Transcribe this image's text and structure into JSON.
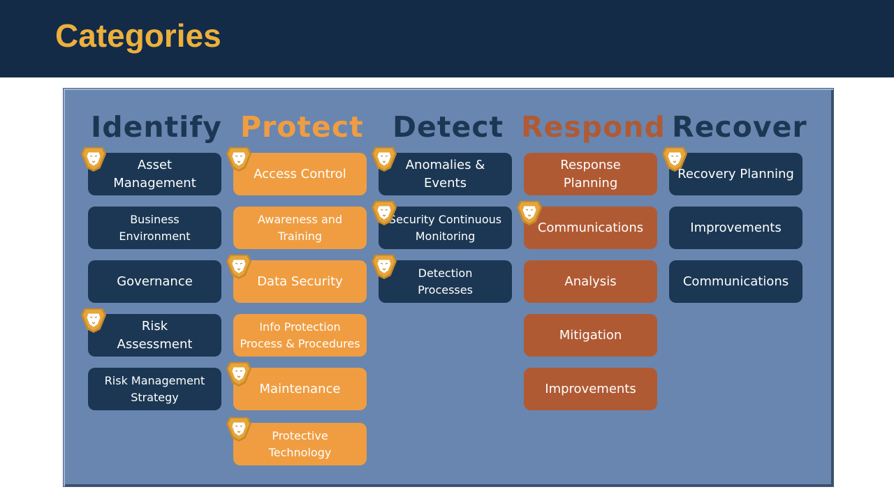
{
  "header": {
    "title": "Categories"
  },
  "colors": {
    "header_bg": "#132b47",
    "title": "#ecb03d",
    "panel_bg": "#6886b0",
    "navy": "#1b3753",
    "orange": "#f09d41",
    "rust": "#b05a34"
  },
  "columns": [
    {
      "heading": "Identify",
      "items": [
        {
          "label": "Asset\nManagement",
          "lion": true
        },
        {
          "label": "Business\nEnvironment",
          "lion": false
        },
        {
          "label": "Governance",
          "lion": false
        },
        {
          "label": "Risk\nAssessment",
          "lion": true
        },
        {
          "label": "Risk Management\nStrategy",
          "lion": false
        }
      ]
    },
    {
      "heading": "Protect",
      "items": [
        {
          "label": "Access Control",
          "lion": true
        },
        {
          "label": "Awareness and\nTraining",
          "lion": false
        },
        {
          "label": "Data Security",
          "lion": true
        },
        {
          "label": "Info Protection\nProcess & Procedures",
          "lion": false
        },
        {
          "label": "Maintenance",
          "lion": true
        },
        {
          "label": "Protective\nTechnology",
          "lion": true
        }
      ]
    },
    {
      "heading": "Detect",
      "items": [
        {
          "label": "Anomalies &\nEvents",
          "lion": true
        },
        {
          "label": "Security Continuous\nMonitoring",
          "lion": true
        },
        {
          "label": "Detection\nProcesses",
          "lion": true
        }
      ]
    },
    {
      "heading": "Respond",
      "items": [
        {
          "label": "Response\nPlanning",
          "lion": false
        },
        {
          "label": "Communications",
          "lion": true
        },
        {
          "label": "Analysis",
          "lion": false
        },
        {
          "label": "Mitigation",
          "lion": false
        },
        {
          "label": "Improvements",
          "lion": false
        }
      ]
    },
    {
      "heading": "Recover",
      "items": [
        {
          "label": "Recovery Planning",
          "lion": true
        },
        {
          "label": "Improvements",
          "lion": false
        },
        {
          "label": "Communications",
          "lion": false
        }
      ]
    }
  ]
}
